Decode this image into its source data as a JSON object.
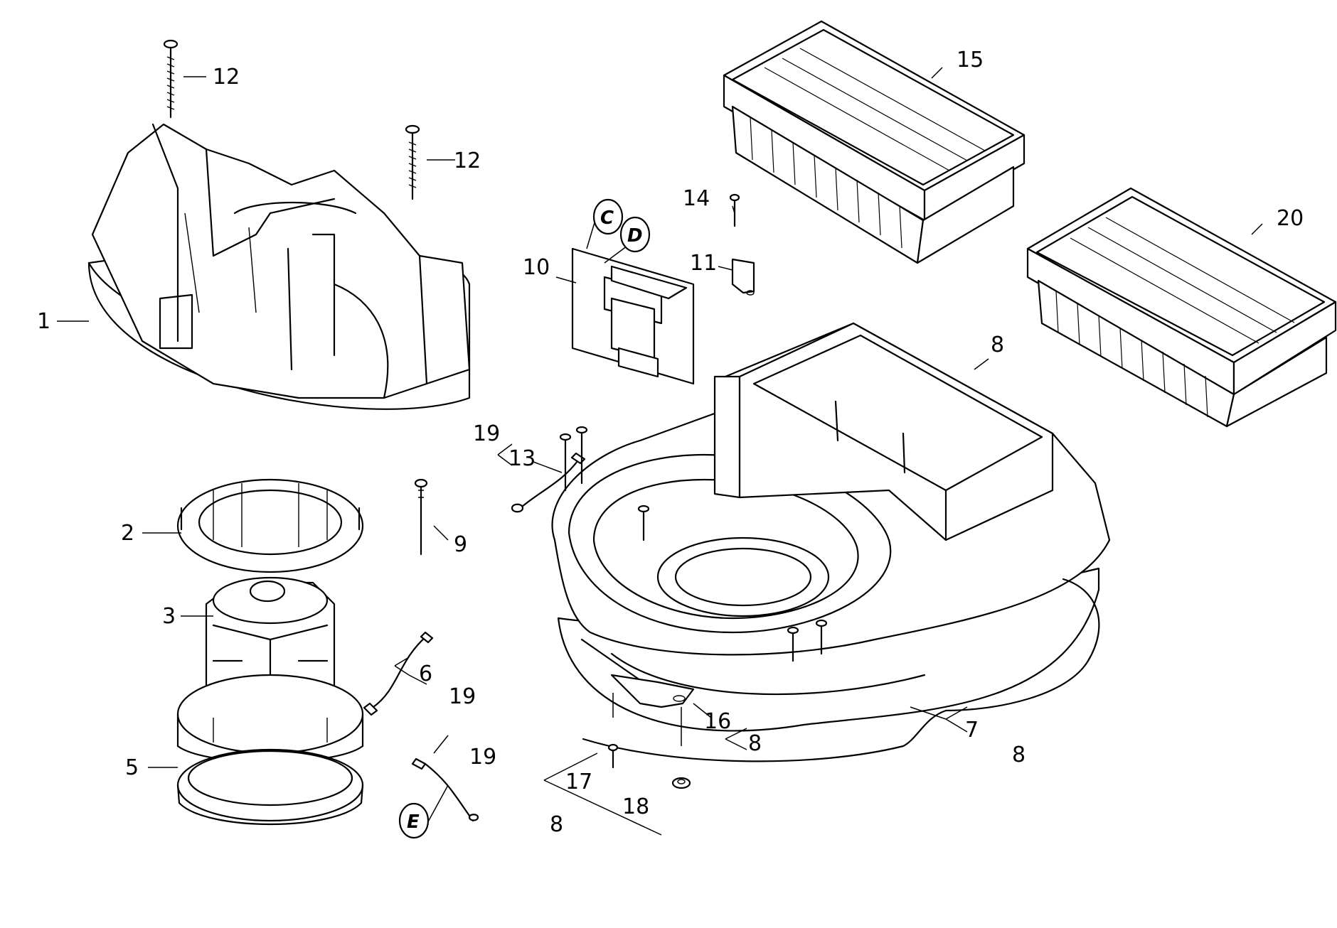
{
  "callouts": [
    {
      "id": "c1",
      "text": "1"
    },
    {
      "id": "c2",
      "text": "2"
    },
    {
      "id": "c3",
      "text": "3"
    },
    {
      "id": "c5",
      "text": "5"
    },
    {
      "id": "c6",
      "text": "6"
    },
    {
      "id": "c6b",
      "text": "19"
    },
    {
      "id": "c7",
      "text": "7"
    },
    {
      "id": "c7b",
      "text": "8"
    },
    {
      "id": "c8",
      "text": "8"
    },
    {
      "id": "c9",
      "text": "9"
    },
    {
      "id": "c10",
      "text": "10"
    },
    {
      "id": "c11",
      "text": "11"
    },
    {
      "id": "c12a",
      "text": "12"
    },
    {
      "id": "c12b",
      "text": "12"
    },
    {
      "id": "c13",
      "text": "13"
    },
    {
      "id": "c13b",
      "text": "19"
    },
    {
      "id": "c14",
      "text": "14"
    },
    {
      "id": "c15",
      "text": "15"
    },
    {
      "id": "c16",
      "text": "16"
    },
    {
      "id": "c16b",
      "text": "8"
    },
    {
      "id": "c17",
      "text": "17"
    },
    {
      "id": "c17b",
      "text": "8"
    },
    {
      "id": "c18",
      "text": "18"
    },
    {
      "id": "c19",
      "text": "19"
    },
    {
      "id": "c20",
      "text": "20"
    }
  ],
  "badges": [
    {
      "id": "bC",
      "text": "C"
    },
    {
      "id": "bD",
      "text": "D"
    },
    {
      "id": "bE",
      "text": "E"
    }
  ]
}
